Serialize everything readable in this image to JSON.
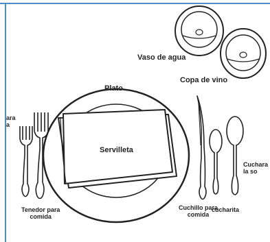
{
  "labels": {
    "vaso_agua": "Vaso de agua",
    "copa_vino": "Copa de vino",
    "plato": "Plato",
    "servilleta": "Servilleta",
    "tenedor_ensalada_line1": "ara",
    "tenedor_ensalada_line2": "a",
    "tenedor_comida_line1": "Tenedor para",
    "tenedor_comida_line2": "comida",
    "cuchillo_line1": "Cuchillo para",
    "cuchillo_line2": "comida",
    "cucharita": "cucharita",
    "cuchara_line1": "Cuchara",
    "cuchara_line2": "la so"
  },
  "colors": {
    "frame_blue": "#4a8bc9",
    "line": "#222222",
    "fill": "#ffffff"
  }
}
